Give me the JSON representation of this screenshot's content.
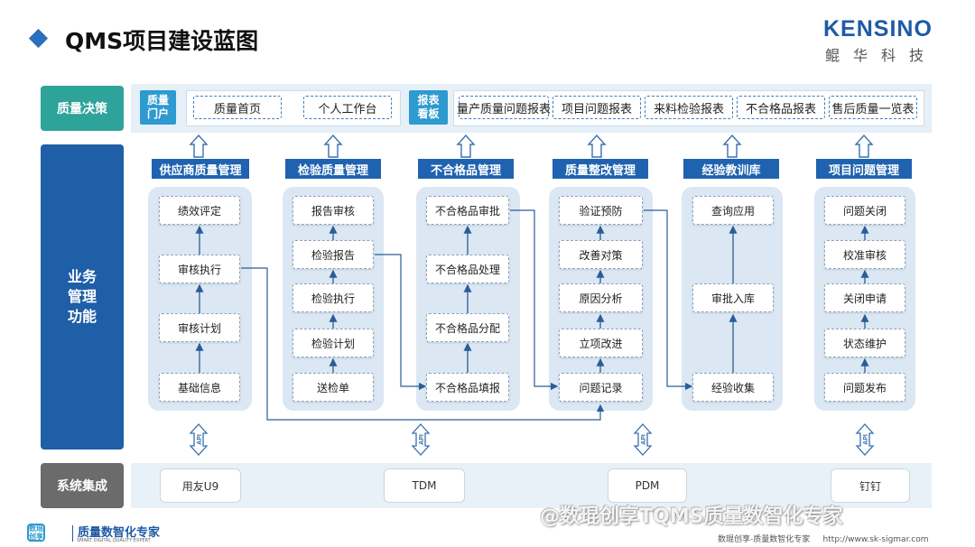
{
  "header": {
    "title": "QMS项目建设蓝图",
    "logo_main": "KENSINO",
    "logo_sub": "鲲华科技"
  },
  "rows": {
    "decision": "质量决策",
    "business": "业务\n管理\n功能",
    "integration": "系统集成"
  },
  "decision": {
    "portal_tag": "质量\n门户",
    "portal_items": [
      "质量首页",
      "个人工作台"
    ],
    "board_tag": "报表\n看板",
    "board_items": [
      "量产质量问题报表",
      "项目问题报表",
      "来料检验报表",
      "不合格品报表",
      "售后质量一览表"
    ]
  },
  "columns": [
    {
      "title": "供应商质量管理",
      "nodes": [
        "绩效评定",
        "审核执行",
        "审核计划",
        "基础信息"
      ]
    },
    {
      "title": "检验质量管理",
      "nodes": [
        "报告审核",
        "检验报告",
        "检验执行",
        "检验计划",
        "送检单"
      ]
    },
    {
      "title": "不合格品管理",
      "nodes": [
        "不合格品审批",
        "不合格品处理",
        "不合格品分配",
        "不合格品填报"
      ]
    },
    {
      "title": "质量整改管理",
      "nodes": [
        "验证预防",
        "改善对策",
        "原因分析",
        "立项改进",
        "问题记录"
      ]
    },
    {
      "title": "经验教训库",
      "nodes": [
        "查询应用",
        "审批入库",
        "经验收集"
      ]
    },
    {
      "title": "项目问题管理",
      "nodes": [
        "问题关闭",
        "校准审核",
        "关闭申请",
        "状态维护",
        "问题发布"
      ]
    }
  ],
  "api_label": "API",
  "integration_systems": [
    "用友U9",
    "TDM",
    "PDM",
    "钉钉"
  ],
  "footer": {
    "logo_icon": "数瑶\n创享",
    "logo_text": "质量数智化专家",
    "logo_sub": "SMART DIGITAL QUALITY EXPERT",
    "watermark": "@数琨创享TQMS质量数智化专家",
    "right_text": "数琨创享-质量数智化专家     http://www.sk-sigmar.com"
  },
  "colors": {
    "accent_blue": "#1f63b0",
    "teal": "#2ea39a",
    "light_blue": "#2e9ad0",
    "gray": "#6b6b6b"
  }
}
